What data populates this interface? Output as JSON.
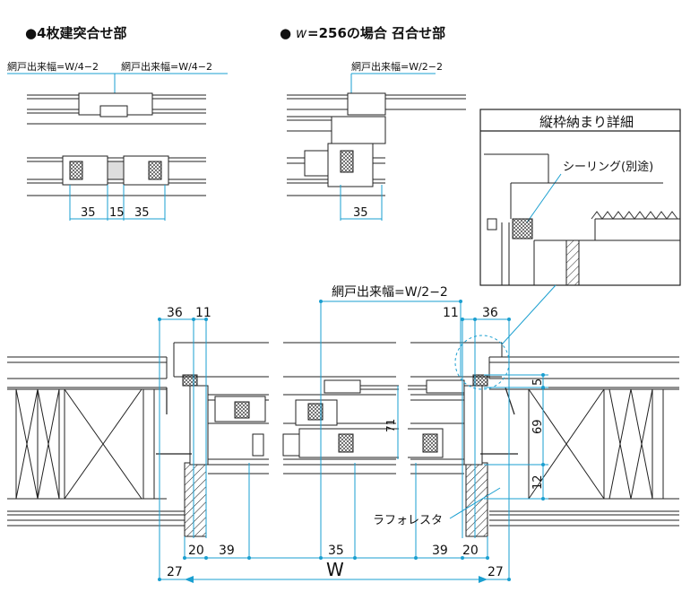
{
  "sections": {
    "four_panel": {
      "title": "●4枚建突合せ部",
      "width_label_1": "網戸出来幅=W/4−2",
      "width_label_2": "網戸出来幅=W/4−2",
      "dims": [
        "35",
        "15",
        "35"
      ]
    },
    "w256": {
      "title_bullet": "●",
      "title_w": "w",
      "title_rest": "=256の場合 召合せ部",
      "width_label": "網戸出来幅=W/2−2",
      "dim": "35"
    },
    "detail": {
      "title": "縦枠納まり詳細",
      "sealing_label": "シーリング(別途)"
    }
  },
  "main": {
    "width_label": "網戸出来幅=W/2−2",
    "dims_top": [
      "36",
      "11",
      "11",
      "36"
    ],
    "dims_right": [
      "5",
      "69",
      "12"
    ],
    "center_dim": "71",
    "lath_label": "ラフォレスタ",
    "dims_bottom": [
      "20",
      "39",
      "35",
      "39",
      "20"
    ],
    "dims_outer": [
      "27",
      "W",
      "27"
    ]
  },
  "colors": {
    "dimension": "#1a9fd0",
    "line": "#222222",
    "background": "#ffffff"
  }
}
